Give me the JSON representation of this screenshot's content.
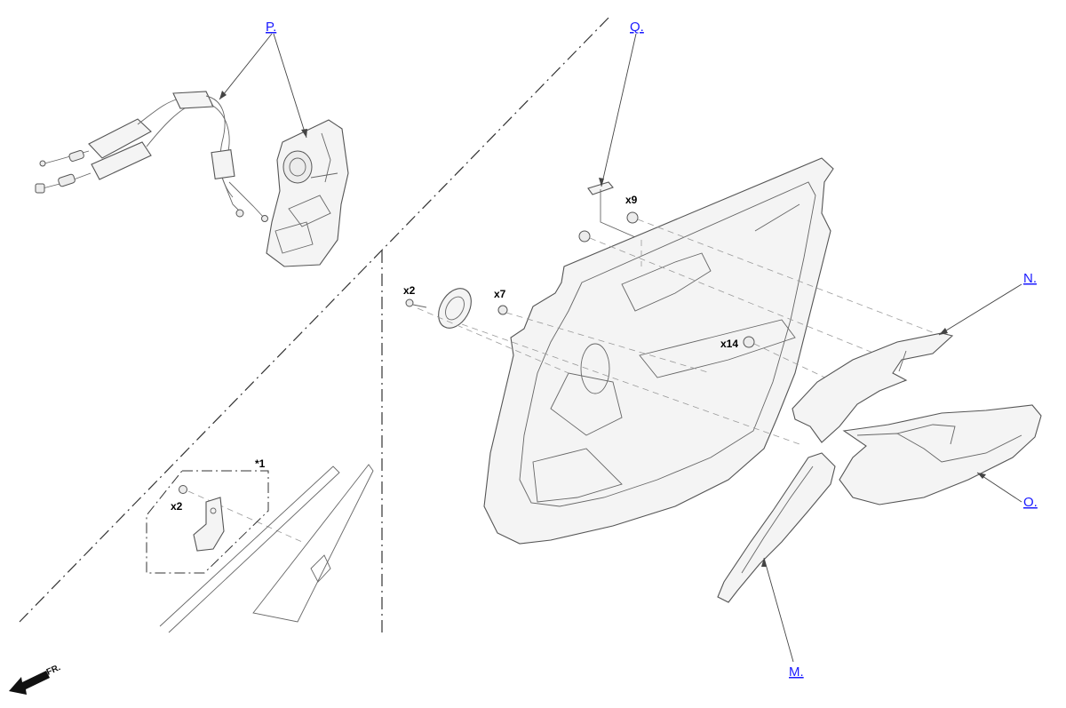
{
  "callouts": {
    "P": "P.",
    "Q": "Q.",
    "N": "N.",
    "O": "O.",
    "M": "M."
  },
  "quantities": {
    "q_x9": "x9",
    "q_x2_top": "x2",
    "q_x7": "x7",
    "q_x14": "x14",
    "q_x2_inset": "x2"
  },
  "inset_note": "*1",
  "direction_label": "FR.",
  "colors": {
    "link": "#1a1aff",
    "outline": "#555555",
    "part_fill": "#f4f4f4"
  }
}
